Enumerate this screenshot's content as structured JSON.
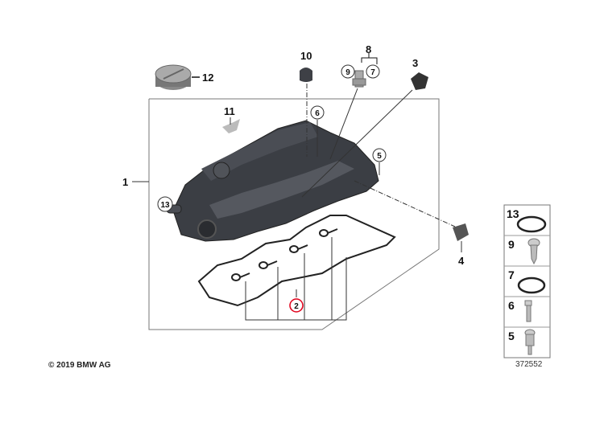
{
  "diagram": {
    "callouts": {
      "p1": "1",
      "p2": "2",
      "p3": "3",
      "p4": "4",
      "p5": "5",
      "p6": "6",
      "p7": "7",
      "p8": "8",
      "p9": "9",
      "p10": "10",
      "p11": "11",
      "p12": "12",
      "p13": "13"
    },
    "highlight_color": "#e0001a",
    "sidebar": {
      "items": [
        {
          "label": "13",
          "icon": "o-ring-icon"
        },
        {
          "label": "9",
          "icon": "torx-bolt-icon"
        },
        {
          "label": "7",
          "icon": "o-ring-icon"
        },
        {
          "label": "6",
          "icon": "stud-bolt-icon"
        },
        {
          "label": "5",
          "icon": "stud-bolt-icon"
        }
      ]
    },
    "part_number": "372552",
    "copyright": "© 2019 BMW AG"
  }
}
